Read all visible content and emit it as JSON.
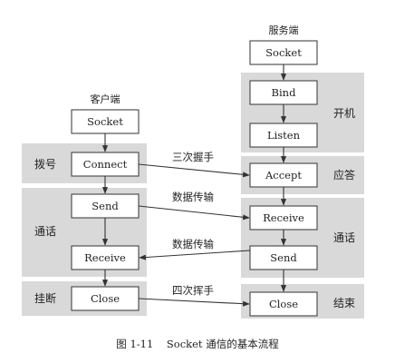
{
  "client": {
    "title": "客户端",
    "socket": "Socket",
    "connect": "Connect",
    "send": "Send",
    "receive": "Receive",
    "close": "Close"
  },
  "server": {
    "title": "服务端",
    "socket": "Socket",
    "bind": "Bind",
    "listen": "Listen",
    "accept": "Accept",
    "receive": "Receive",
    "send": "Send",
    "close": "Close"
  },
  "phases": {
    "dial": "拨号",
    "talk_left": "通话",
    "hangup": "挂断",
    "open": "开机",
    "answer": "应答",
    "talk_right": "通话",
    "end": "结束"
  },
  "messages": {
    "handshake": "三次握手",
    "data_transfer_1": "数据传输",
    "data_transfer_2": "数据传输",
    "wave": "四次挥手"
  },
  "caption": "图 1-11    Socket 通信的基本流程"
}
